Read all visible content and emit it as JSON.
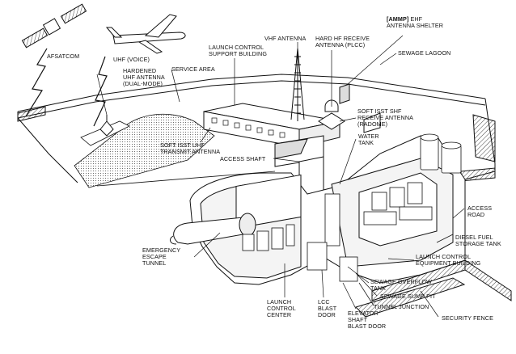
{
  "labels": {
    "afsatcom": "AFSATCOM",
    "uhf_voice": "UHF (VOICE)",
    "hardened_uhf": "HARDENED\nUHF ANTENNA\n(DUAL-MODE)",
    "service_area": "SERVICE AREA",
    "launch_control_support": "LAUNCH CONTROL\nSUPPORT BUILDING",
    "vhf_antenna": "VHF ANTENNA",
    "hard_hf": "HARD HF RECEIVE\nANTENNA (PLCC)",
    "ammp_tag": "[AMMP]",
    "ehf_shelter": " EHF\nANTENNA SHELTER",
    "sewage_lagoon": "SEWAGE LAGOON",
    "soft_shf": "SOFT ISST SHF\nRECEIVE ANTENNA\n(RADOME)",
    "soft_uhf": "SOFT ISST UHF\nTRANSMIT ANTENNA",
    "access_shaft": "ACCESS SHAFT",
    "water_tank": "WATER\nTANK",
    "access_road": "ACCESS\nROAD",
    "diesel_fuel": "DIESEL FUEL\nSTORAGE TANK",
    "emergency_tunnel": "EMERGENCY\nESCAPE\nTUNNEL",
    "lce_building": "LAUNCH CONTROL\nEQUIPMENT BUILDING",
    "sewage_overflow": "SEWAGE OVERFLOW\nTANK",
    "sewage_sump": "SEWAGE SUMP PIT",
    "tunnel_junction": "TUNNEL JUNCTION",
    "security_fence": "SECURITY FENCE",
    "launch_control_center": "LAUNCH\nCONTROL\nCENTER",
    "lcc_blast_door": "LCC\nBLAST\nDOOR",
    "elevator_door": "ELEVATOR\nSHAFT\nBLAST DOOR"
  },
  "colors": {
    "ink": "#111111",
    "paper": "#ffffff",
    "shade": "#d9d9d9"
  }
}
